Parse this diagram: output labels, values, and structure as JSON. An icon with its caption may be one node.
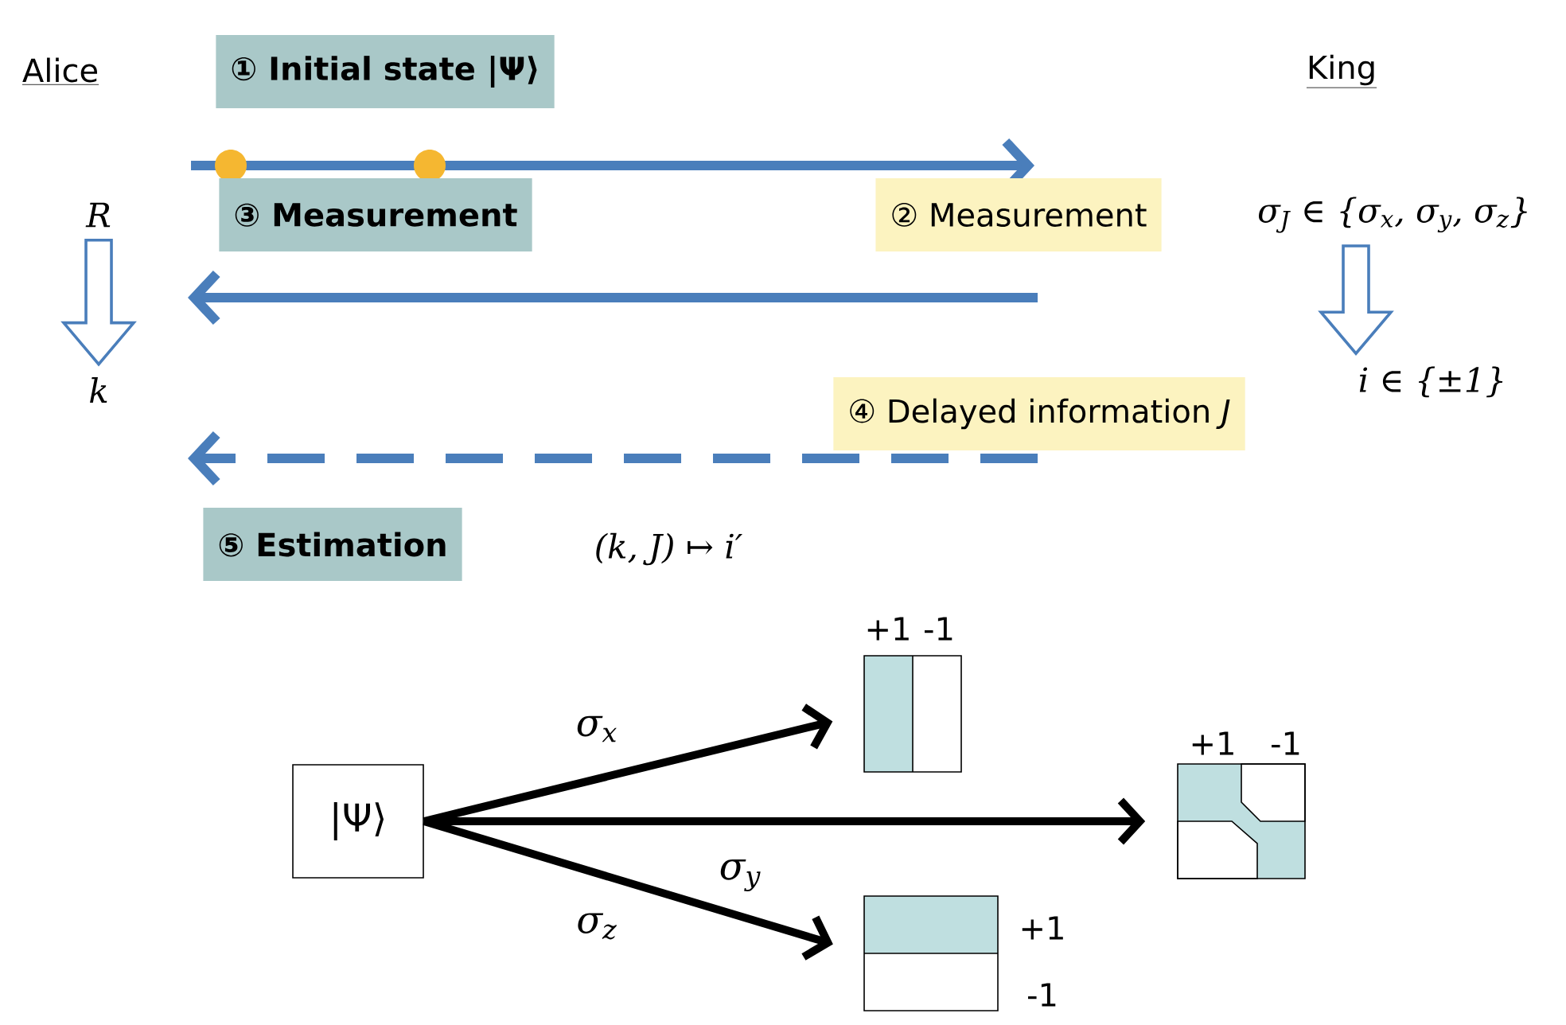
{
  "diagram": {
    "nodes": [
      {
        "text": [
          "① Initial state |Ψ⟩"
        ]
      },
      {
        "text": [
          "R"
        ]
      },
      {
        "text": [
          "③ Measurement"
        ]
      },
      {
        "text": [
          "② Measurement"
        ]
      },
      {
        "text": [
          "σ$_{J}$ ∈ {σ$_{x}$, σ$_{y}$, σ$_{z}$}"
        ]
      },
      {
        "text": [
          "k"
        ]
      },
      {
        "text": [
          "i ∈ {±1}"
        ]
      },
      {
        "text": [
          "④ Delayed information *J*"
        ]
      },
      {
        "text": [
          "⑤ Estimation"
        ]
      },
      {
        "text": [
          "|Ψ⟩"
        ]
      },
      {
        "text": [],
        "shape": "box",
        "beside": [
          "+1",
          "-1"
        ]
      },
      {
        "text": [],
        "shape": "box",
        "beside": [
          "+1",
          "-1"
        ]
      },
      {
        "text": [],
        "shape": "box",
        "beside": [
          "+1",
          "-1"
        ]
      }
    ],
    "edges": [
      {
        "from": 1,
        "to": 5,
        "arrow": "to",
        "color": "#4a7ebb"
      },
      {
        "from": 4,
        "to": 6,
        "arrow": "to",
        "color": "#4a7ebb"
      },
      {
        "from": 9,
        "to": 10,
        "arrow": "to",
        "label": "σ$_{x}$"
      },
      {
        "from": 9,
        "to": 11,
        "arrow": "to",
        "label": "σ$_{y}$"
      },
      {
        "from": 9,
        "to": 12,
        "arrow": "to",
        "label": "σ$_{z}$"
      }
    ],
    "labels": [
      "Alice",
      "King",
      "(k, J) ↦ i′"
    ]
  }
}
